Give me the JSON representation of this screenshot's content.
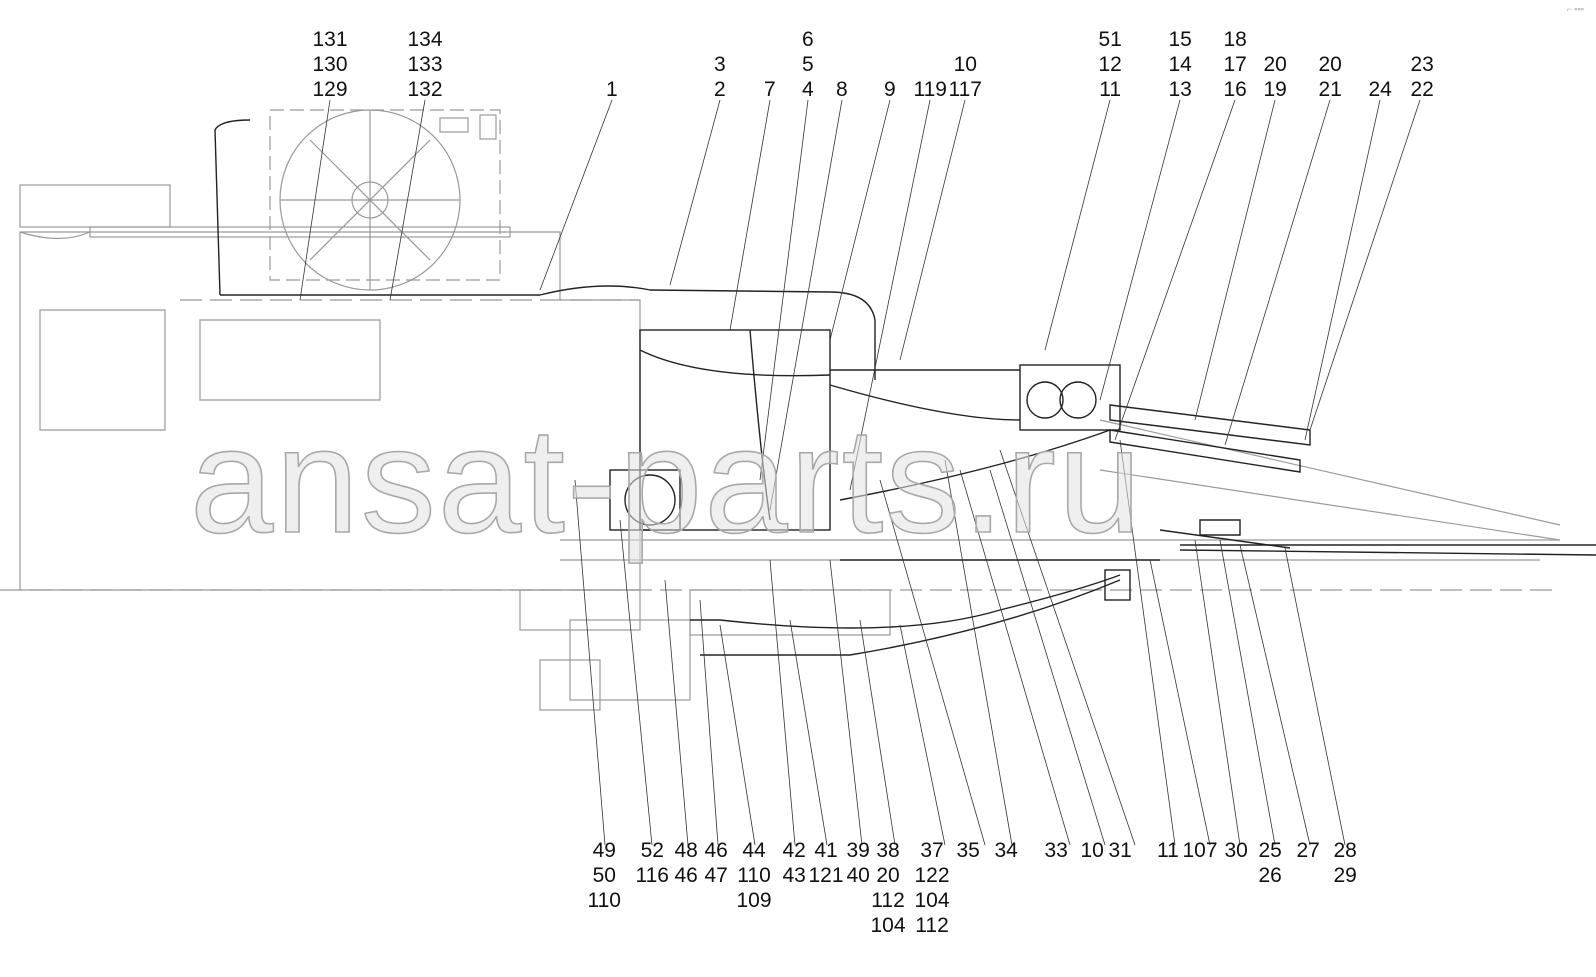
{
  "diagram": {
    "watermark": "ansat-parts.ru",
    "corner_mark": "⌐ ▪▪▪",
    "top_callouts": [
      {
        "id": "c-131-130-129",
        "lines": [
          "131",
          "130",
          "129"
        ]
      },
      {
        "id": "c-134-133-132",
        "lines": [
          "134",
          "133",
          "132"
        ]
      },
      {
        "id": "c-1",
        "lines": [
          "1"
        ]
      },
      {
        "id": "c-3-2",
        "lines": [
          "3",
          "2"
        ]
      },
      {
        "id": "c-7",
        "lines": [
          "7"
        ]
      },
      {
        "id": "c-6-5-4",
        "lines": [
          "6",
          "5",
          "4"
        ]
      },
      {
        "id": "c-8",
        "lines": [
          "8"
        ]
      },
      {
        "id": "c-9",
        "lines": [
          "9"
        ]
      },
      {
        "id": "c-119",
        "lines": [
          "119"
        ]
      },
      {
        "id": "c-10-117",
        "lines": [
          "10",
          "117"
        ]
      },
      {
        "id": "c-51-12-11",
        "lines": [
          "51",
          "12",
          "11"
        ]
      },
      {
        "id": "c-15-14-13",
        "lines": [
          "15",
          "14",
          "13"
        ]
      },
      {
        "id": "c-18-17-16",
        "lines": [
          "18",
          "17",
          "16"
        ]
      },
      {
        "id": "c-20-19",
        "lines": [
          "20",
          "19"
        ]
      },
      {
        "id": "c-20-21",
        "lines": [
          "20",
          "21"
        ]
      },
      {
        "id": "c-24",
        "lines": [
          "24"
        ]
      },
      {
        "id": "c-23-22",
        "lines": [
          "23",
          "22"
        ]
      }
    ],
    "bottom_callouts": [
      {
        "id": "c-49-50-110",
        "lines": [
          "49",
          "50",
          "110"
        ]
      },
      {
        "id": "c-52-116",
        "lines": [
          "52",
          "116"
        ]
      },
      {
        "id": "c-48-46",
        "lines": [
          "48",
          "46"
        ]
      },
      {
        "id": "c-46-47",
        "lines": [
          "46",
          "47"
        ]
      },
      {
        "id": "c-44-110-109",
        "lines": [
          "44",
          "110",
          "109"
        ]
      },
      {
        "id": "c-42-43",
        "lines": [
          "42",
          "43"
        ]
      },
      {
        "id": "c-41-121",
        "lines": [
          "41",
          "121"
        ]
      },
      {
        "id": "c-39-40",
        "lines": [
          "39",
          "40"
        ]
      },
      {
        "id": "c-38-20-112-104",
        "lines": [
          "38",
          "20",
          "112",
          "104"
        ]
      },
      {
        "id": "c-37-122-104-112",
        "lines": [
          "37",
          "122",
          "104",
          "112"
        ]
      },
      {
        "id": "c-35",
        "lines": [
          "35"
        ]
      },
      {
        "id": "c-34",
        "lines": [
          "34"
        ]
      },
      {
        "id": "c-33",
        "lines": [
          "33"
        ]
      },
      {
        "id": "c-10",
        "lines": [
          "10"
        ]
      },
      {
        "id": "c-31",
        "lines": [
          "31"
        ]
      },
      {
        "id": "c-11",
        "lines": [
          "11"
        ]
      },
      {
        "id": "c-107",
        "lines": [
          "107"
        ]
      },
      {
        "id": "c-30",
        "lines": [
          "30"
        ]
      },
      {
        "id": "c-25-26",
        "lines": [
          "25",
          "26"
        ]
      },
      {
        "id": "c-27",
        "lines": [
          "27"
        ]
      },
      {
        "id": "c-28-29",
        "lines": [
          "28",
          "29"
        ]
      }
    ]
  }
}
